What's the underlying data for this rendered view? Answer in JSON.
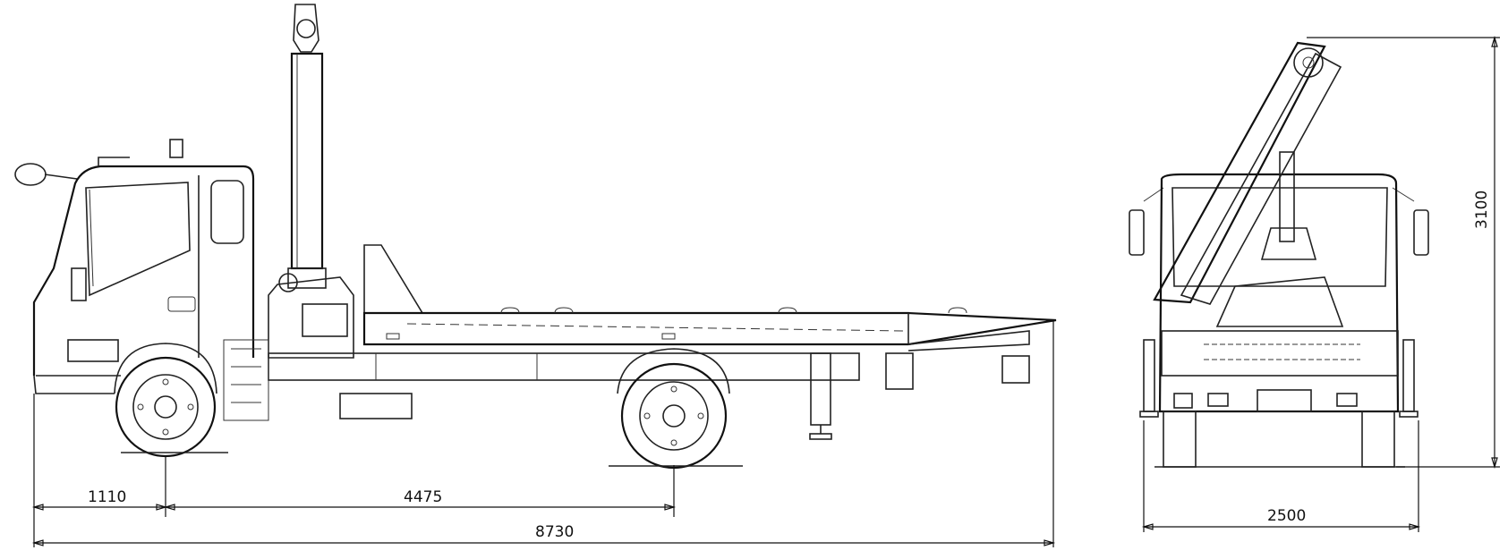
{
  "dimensions": {
    "front_overhang": "1110",
    "wheelbase": "4475",
    "overall_length": "8730",
    "overall_width": "2500",
    "overall_height": "3100"
  },
  "colors": {
    "line": "#222222",
    "background": "#ffffff"
  }
}
